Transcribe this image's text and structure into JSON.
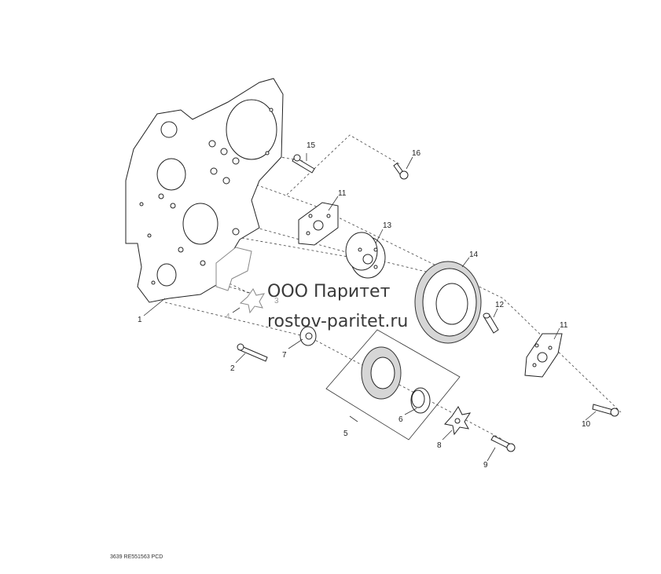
{
  "watermark": {
    "line1": "ООО Паритет",
    "line2": "rostov-paritet.ru"
  },
  "footer": "3639 RE551563 PCD",
  "callouts": {
    "c1": "1",
    "c2": "2",
    "c3": "3",
    "c4": "4",
    "c5": "5",
    "c6": "6",
    "c7": "7",
    "c8": "8",
    "c9": "9",
    "c10": "10",
    "c11a": "11",
    "c11b": "11",
    "c12": "12",
    "c13": "13",
    "c14": "14",
    "c15": "15",
    "c16": "16"
  },
  "colors": {
    "line": "#222222",
    "gray_fill": "#d6d6d6",
    "background": "#ffffff"
  }
}
